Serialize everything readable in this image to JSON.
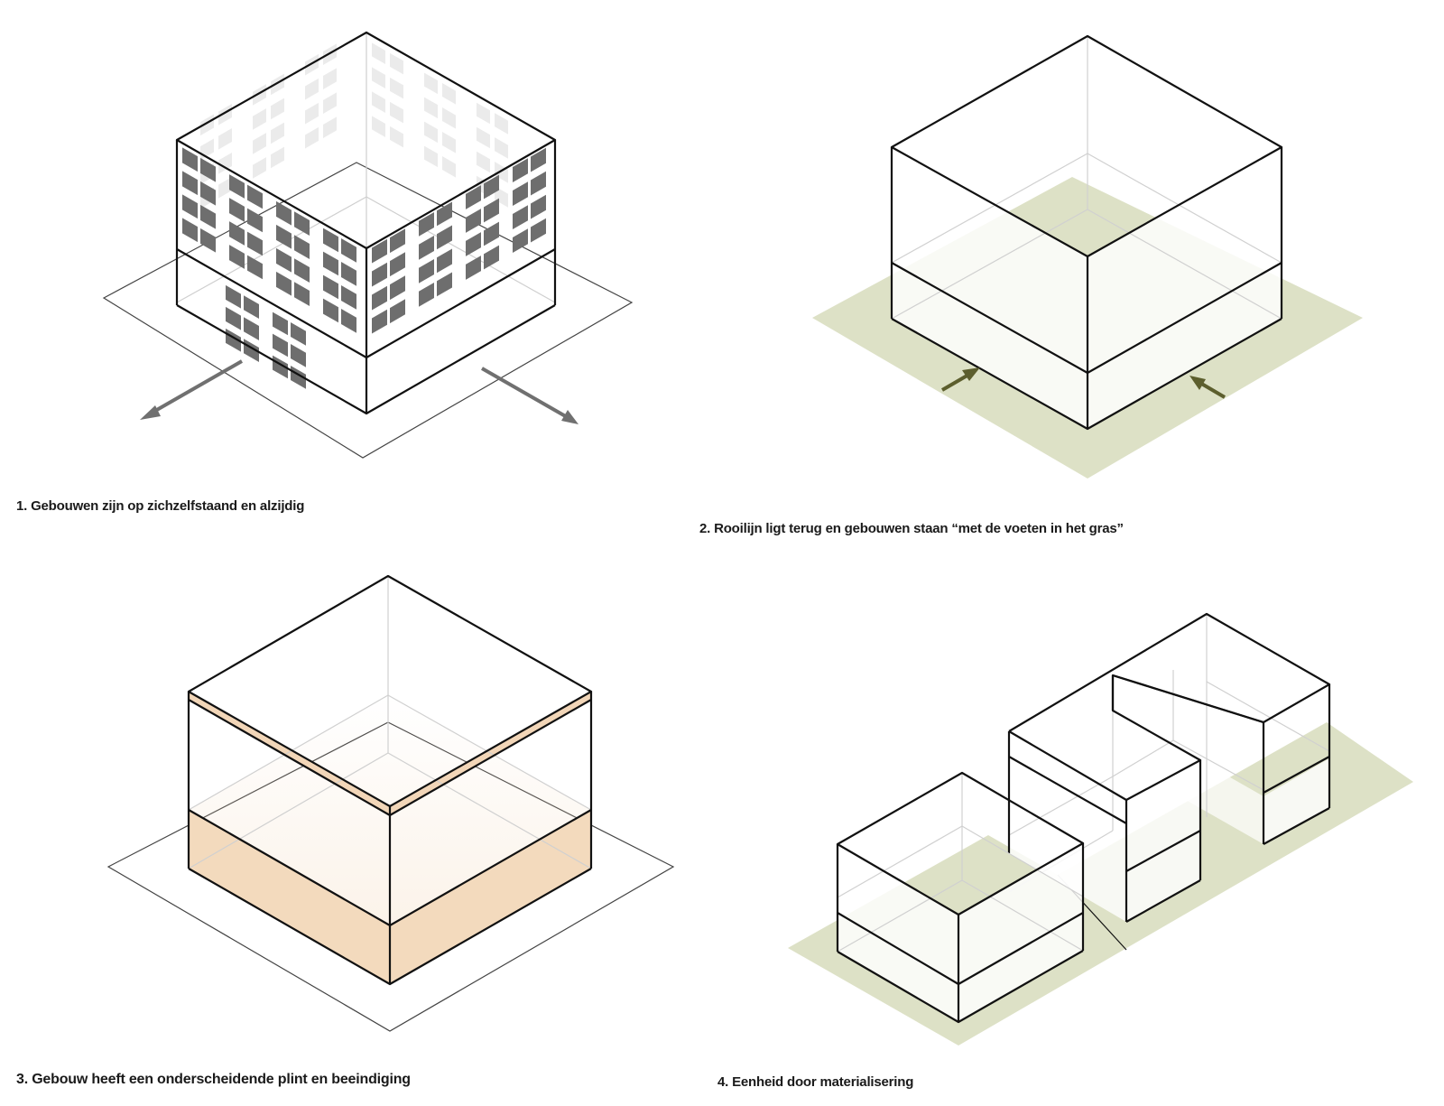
{
  "diagram": {
    "captions": {
      "p1": "1. Gebouwen zijn op zichzelfstaand en alzijdig",
      "p2": "2. Rooilijn ligt terug en gebouwen staan “met de voeten in het gras”",
      "p3": "3. Gebouw heeft een onderscheidende plint en beeindiging",
      "p4": "4. Eenheid door materialisering"
    },
    "colors": {
      "outline": "#111111",
      "hidden_line": "#c8c8c8",
      "window_dark": "#6e6e6e",
      "window_light": "#ebebeb",
      "grass": "#dde1c6",
      "grass_arrow": "#5c5e2d",
      "grey_arrow": "#707070",
      "plinth": "#f3dabd",
      "crown": "#f2d6b8"
    }
  }
}
